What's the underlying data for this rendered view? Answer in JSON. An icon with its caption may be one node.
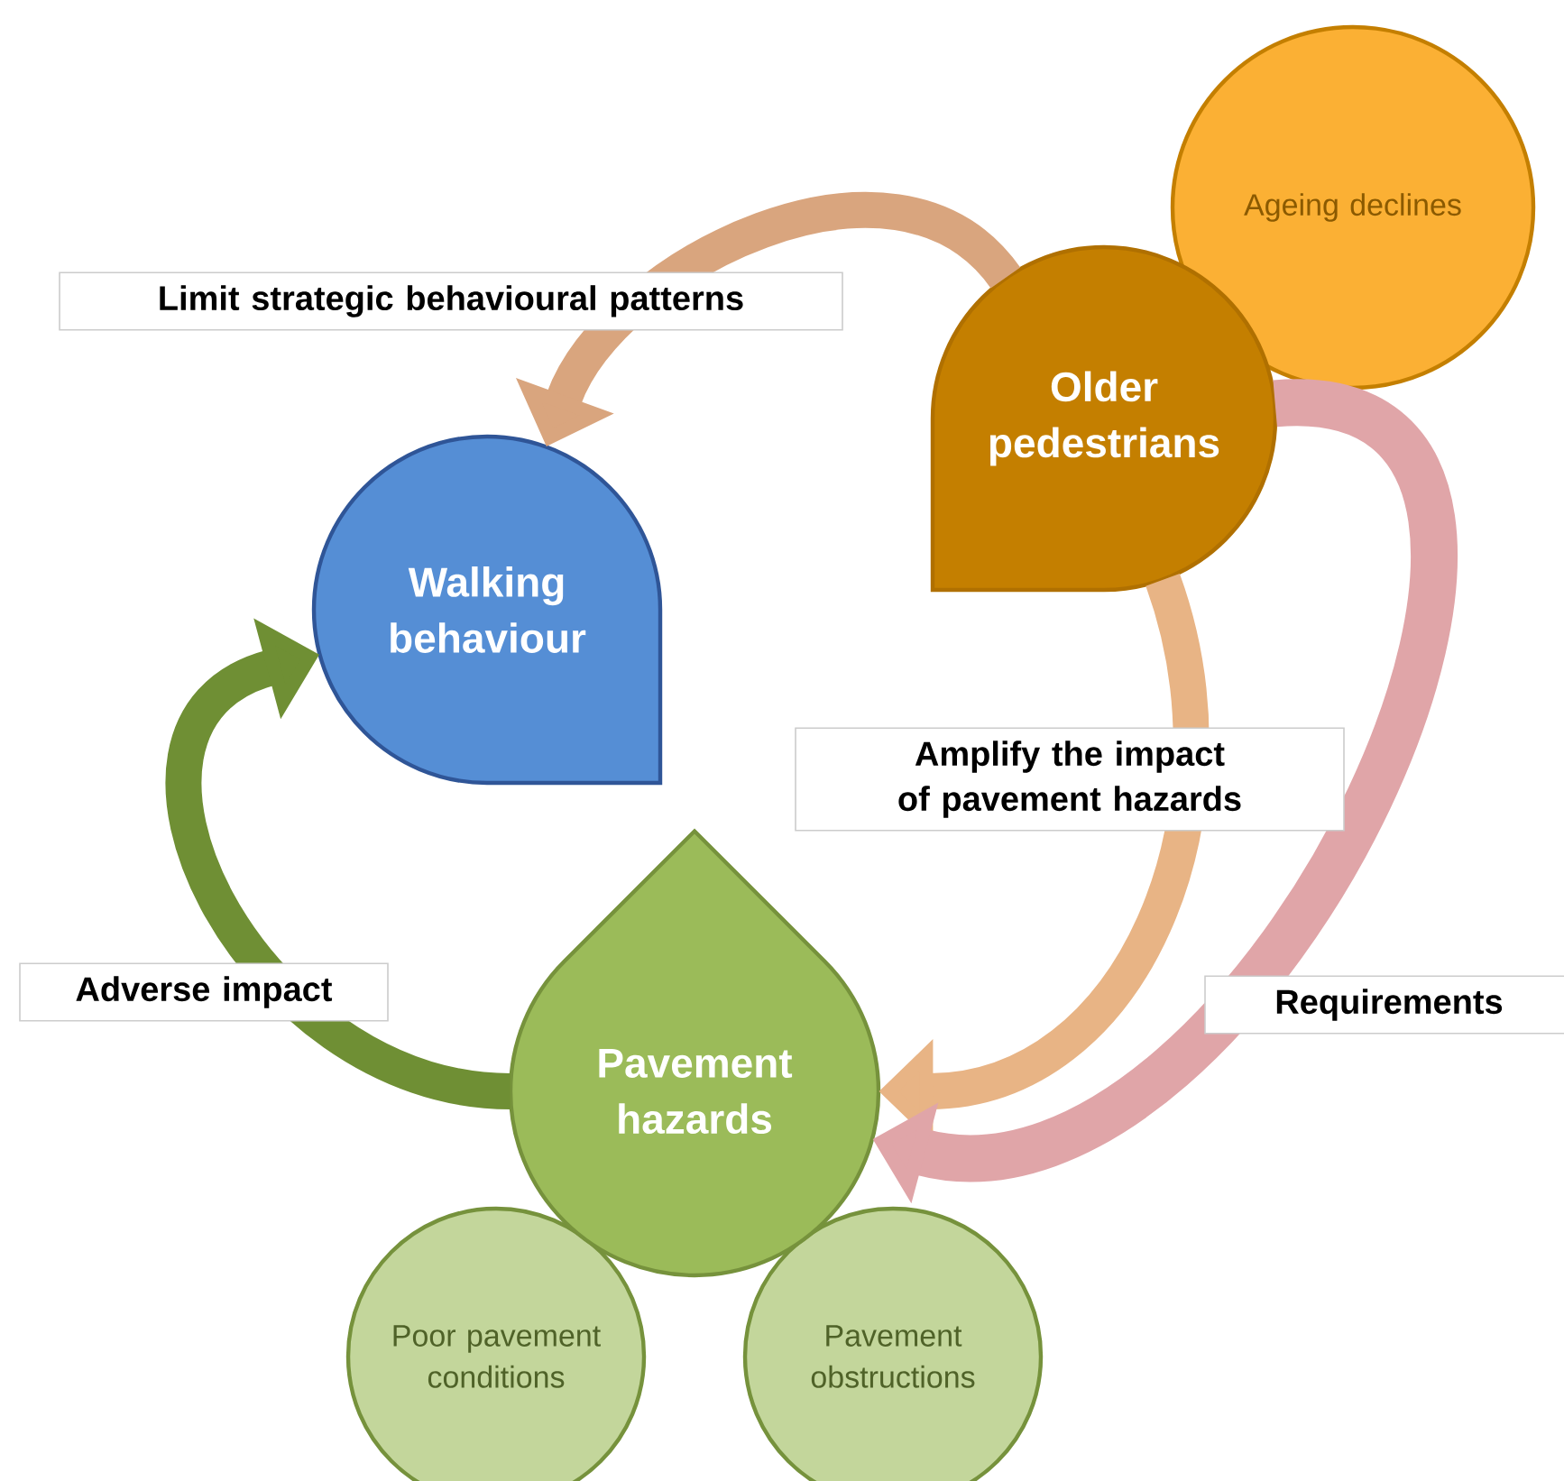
{
  "diagram": {
    "nodes": [
      {
        "text": [
          "Ageing declines"
        ]
      },
      {
        "text": [
          "Older pedestrians"
        ]
      },
      {
        "text": [
          "Walking behaviour"
        ]
      },
      {
        "text": [
          "Pavement hazards"
        ]
      },
      {
        "text": [
          "Poor pavement conditions"
        ]
      },
      {
        "text": [
          "Pavement obstructions"
        ]
      }
    ],
    "edges": [
      {
        "from": 1,
        "to": 2,
        "arrow": "to",
        "label": "Limit strategic behavioural patterns",
        "color": "#d9a57e"
      },
      {
        "from": 1,
        "to": 3,
        "arrow": "to",
        "label": "Amplify the impact of pavement hazards",
        "color": "#e8b485"
      },
      {
        "from": 1,
        "to": 3,
        "arrow": "to",
        "label": "Requirements",
        "color": "#e0a5a8"
      },
      {
        "from": 3,
        "to": 2,
        "arrow": "to",
        "label": "Adverse impact",
        "color": "#6f8f34"
      }
    ]
  }
}
